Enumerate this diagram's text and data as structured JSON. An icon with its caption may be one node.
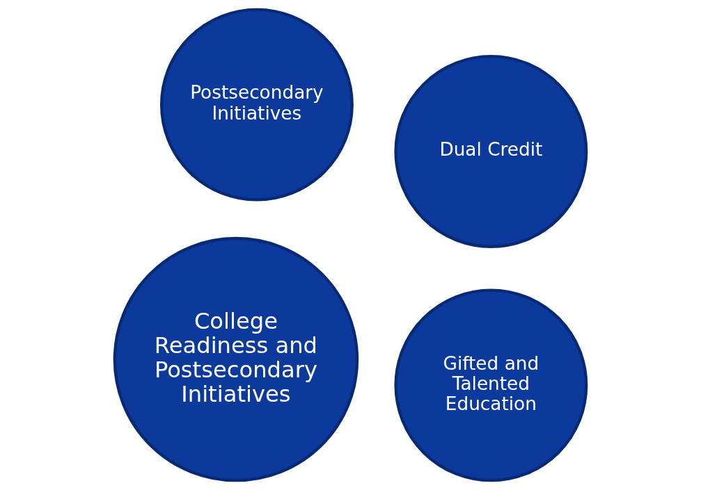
{
  "diagram": {
    "nodes": [
      {
        "text": [
          "Gifted and Talented Education"
        ]
      },
      {
        "text": [
          "College Readiness and Postsecondary Initiatives"
        ]
      },
      {
        "text": [
          "Dual Credit"
        ]
      },
      {
        "text": [
          "Postsecondary Initiatives"
        ]
      }
    ]
  }
}
